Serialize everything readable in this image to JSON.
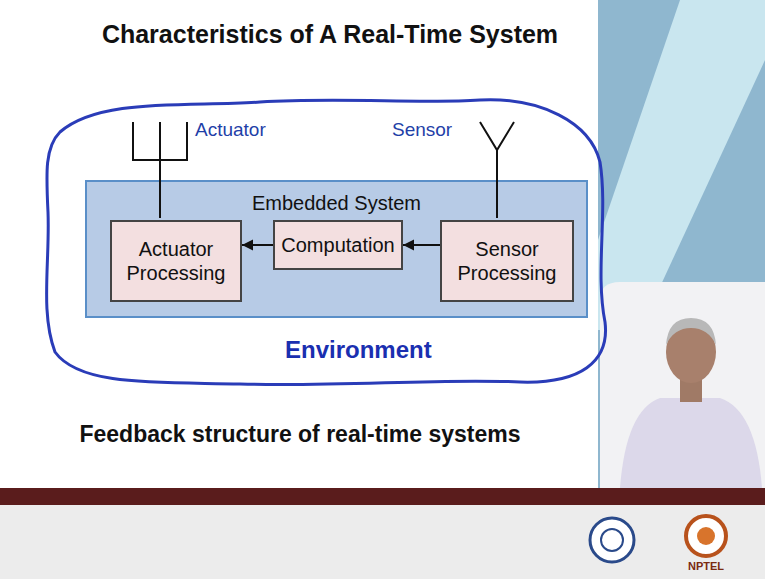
{
  "diagram": {
    "title": "Characteristics of A Real-Time System",
    "caption": "Feedback structure of real-time systems",
    "nodes": [
      {
        "text": [
          "Environment"
        ]
      },
      {
        "text": [
          "Embedded System"
        ],
        "in": 0
      },
      {
        "text": [
          "Actuator Processing"
        ],
        "in": 1
      },
      {
        "text": [
          "Computation"
        ],
        "in": 1
      },
      {
        "text": [
          "Sensor Processing"
        ],
        "in": 1
      }
    ],
    "edges": [
      {
        "from": 4,
        "to": 3,
        "arrow": "to"
      },
      {
        "from": 3,
        "to": 2,
        "arrow": "to"
      }
    ],
    "labels": [
      "Actuator",
      "Sensor",
      "NPTEL"
    ]
  }
}
